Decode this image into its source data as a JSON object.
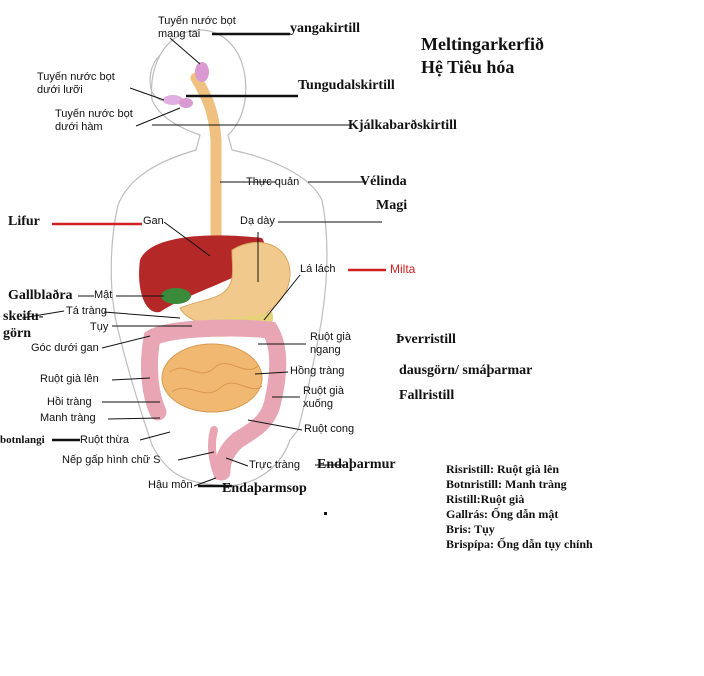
{
  "title": {
    "line1": "Meltingarkerfið",
    "line2": "Hệ Tiêu hóa"
  },
  "labels_vi": {
    "tuyen_mang_tai": "Tuyến nước bọt mang tai",
    "tuyen_duoi_luoi": "Tuyến nước bọt dưới lưỡi",
    "tuyen_duoi_ham": "Tuyến nước bọt dưới hàm",
    "thuc_quan": "Thực quản",
    "gan": "Gan",
    "da_day": "Dạ dày",
    "la_lach": "Lá lách",
    "mat": "Mật",
    "ta_trang": "Tá tràng",
    "tuy": "Tụy",
    "goc_duoi_gan": "Góc dưới gan",
    "ruot_gia_ngang": "Ruột già ngang",
    "hong_trang": "Hồng tràng",
    "ruot_gia_len": "Ruột già lên",
    "ruot_gia_xuong": "Ruột già xuống",
    "hoi_trang": "Hồi tràng",
    "manh_trang": "Manh tràng",
    "ruot_cong": "Ruột cong",
    "ruot_thua": "Ruột thừa",
    "nep_gap": "Nếp gấp hình chữ S",
    "truc_trang": "Trực tràng",
    "hau_mon": "Hậu môn"
  },
  "labels_is": {
    "munnvatnskirtill": "yangakirtill",
    "tungudalskirtill": "Tungudalskirtill",
    "kjalkabardskirtill": "Kjálkabarðskirtill",
    "velinda": "Vélinda",
    "magi": "Magi",
    "lifur": "Lifur",
    "milta": "Milta",
    "gallbladra": "Gallblaðra",
    "skeifugorn_1": "skeifu-",
    "skeifugorn_2": "görn",
    "dverristill": "Þverristill",
    "dausgorn": "dausgörn/ smáþarmar",
    "fallristill": "Fallristill",
    "botnlangi": "botnlangi",
    "endatharmur": "Endaþarmur",
    "endatharmsop": "Endaþarmsop"
  },
  "glossary": [
    "Risristill: Ruột già lên",
    "Botnristill: Manh tràng",
    "Ristill:Ruột già",
    "Gallrás: Ống dẫn mật",
    "Bris: Tụy",
    "Brispípa: Ống dẫn tụy chính"
  ],
  "colors": {
    "body_outline": "#b8b8b8",
    "liver": "#b52828",
    "esophagus": "#f0c080",
    "stomach": "#f2c98c",
    "gallbladder": "#3a8a3a",
    "pancreas": "#e6d27a",
    "large_intestine": "#e8a6b4",
    "small_intestine": "#f0b870",
    "salivary_gland": "#d89ad0",
    "red_marker": "#d02020"
  }
}
